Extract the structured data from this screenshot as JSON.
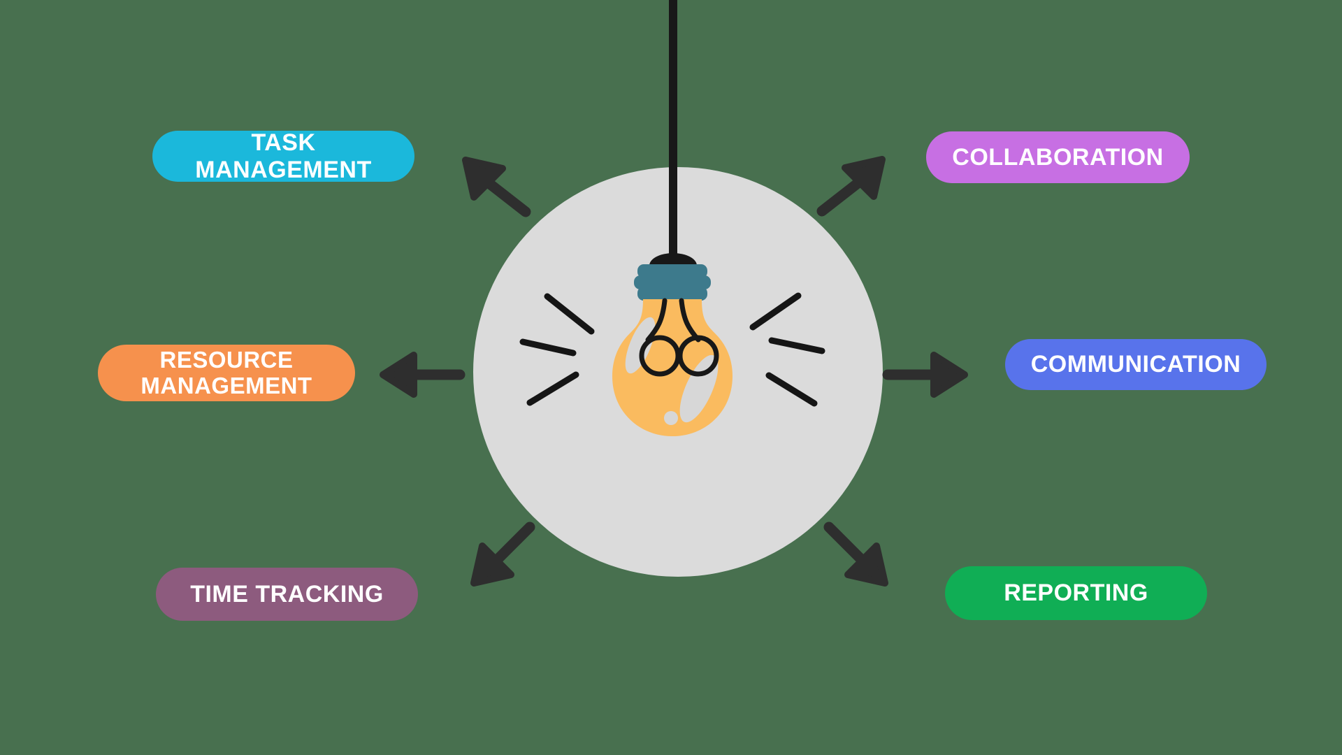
{
  "background_color": "#48704F",
  "colors": {
    "circle-gray": "#DBDBDB",
    "bulb-orange": "#FABB5F",
    "socket-teal": "#3D7A8C",
    "cord-black": "#181818",
    "ink-black": "#151515",
    "arrow-dark": "#2E2E2E",
    "highlight-gray": "#D7D7D7",
    "label-text": "#FFFFFF"
  },
  "center": {
    "illustration": "hanging-lightbulb-idea"
  },
  "nodes": [
    {
      "id": "task-management",
      "label": "TASK MANAGEMENT",
      "color": "#1BB8DB",
      "position": "top-left"
    },
    {
      "id": "collaboration",
      "label": "COLLABORATION",
      "color": "#C76FE3",
      "position": "top-right"
    },
    {
      "id": "resource-management",
      "label": "RESOURCE MANAGEMENT",
      "color": "#F6914D",
      "position": "middle-left"
    },
    {
      "id": "communication",
      "label": "COMMUNICATION",
      "color": "#5873EB",
      "position": "middle-right"
    },
    {
      "id": "time-tracking",
      "label": "TIME TRACKING",
      "color": "#8D5B7E",
      "position": "bottom-left"
    },
    {
      "id": "reporting",
      "label": "REPORTING",
      "color": "#10AE55",
      "position": "bottom-right"
    }
  ]
}
